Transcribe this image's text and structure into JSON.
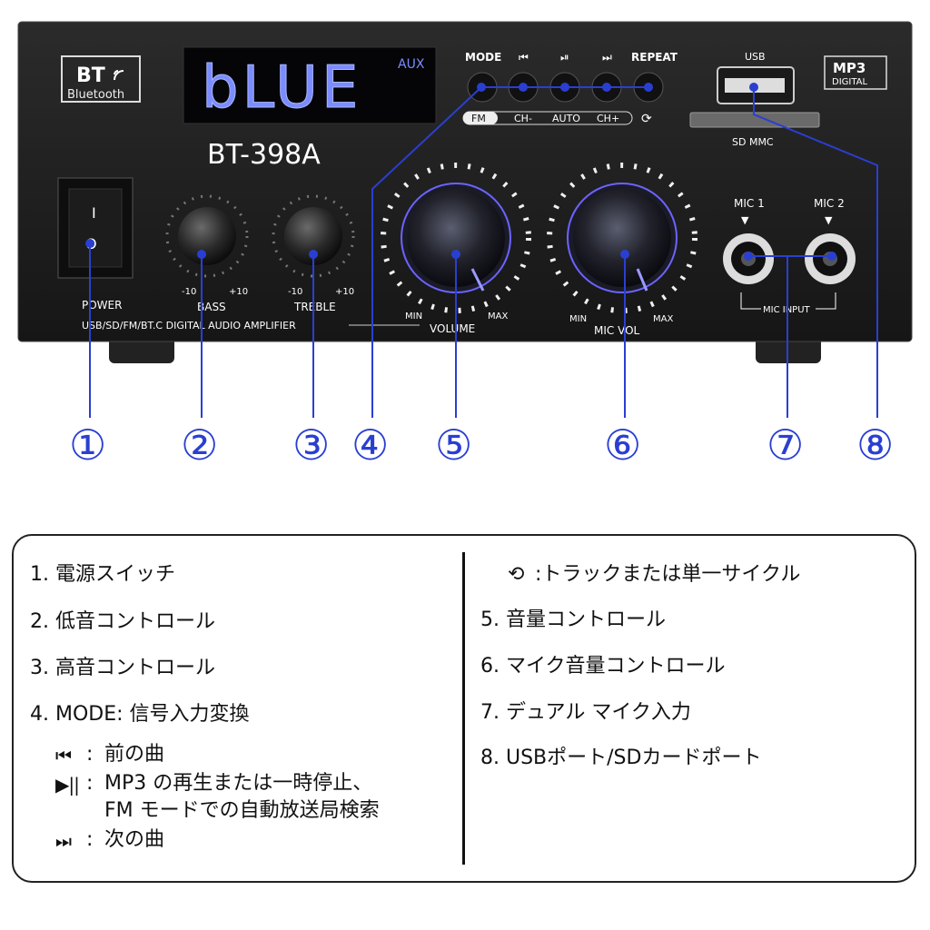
{
  "amp": {
    "bt_logo_text": "BT",
    "bt_sub": "Bluetooth",
    "display_text": "bLUE",
    "display_aux": "AUX",
    "model": "BT-398A",
    "mp3_label": "MP3",
    "digital_label": "DIGITAL",
    "usb_label": "USB",
    "sd_label": "SD MMC",
    "buttons": [
      "MODE",
      "⏮",
      "⏯",
      "⏭",
      "REPEAT"
    ],
    "strip": [
      "FM",
      "CH-",
      "AUTO",
      "CH+",
      "⟳"
    ],
    "power_label": "POWER",
    "power_on": "I",
    "power_off": "O",
    "bass": {
      "label": "BASS",
      "min": "-10",
      "max": "+10"
    },
    "treble": {
      "label": "TREBLE",
      "min": "-10",
      "max": "+10"
    },
    "volume": {
      "label": "VOLUME",
      "min": "MIN",
      "max": "MAX"
    },
    "micvol": {
      "label": "MIC VOL",
      "min": "MIN",
      "max": "MAX"
    },
    "mic1": "MIC 1",
    "mic2": "MIC 2",
    "mic_input": "MIC INPUT",
    "tagline": "USB/SD/FM/BT.C DIGITAL AUDIO AMPLIFIER",
    "callouts": [
      "①",
      "②",
      "③",
      "④",
      "⑤",
      "⑥",
      "⑦",
      "⑧"
    ]
  },
  "legend": {
    "item1": "1. 電源スイッチ",
    "item2": "2. 低音コントロール",
    "item3": "3. 高音コントロール",
    "item4": "4. MODE: 信号入力変換",
    "prev_sym": "⏮",
    "prev_text": "前の曲",
    "play_sym": "▶||",
    "play_text1": "MP3 の再生または一時停止、",
    "play_text2": "FM モードでの自動放送局検索",
    "next_sym": "⏭",
    "next_text": "次の曲",
    "cycle_sym": "⟲",
    "cycle_text": ":トラックまたは単一サイクル",
    "item5": "5.  音量コントロール",
    "item6": "6. マイク音量コントロール",
    "item7": "7. デュアル マイク入力",
    "item8": "8. USBポート/SDカードポート"
  }
}
